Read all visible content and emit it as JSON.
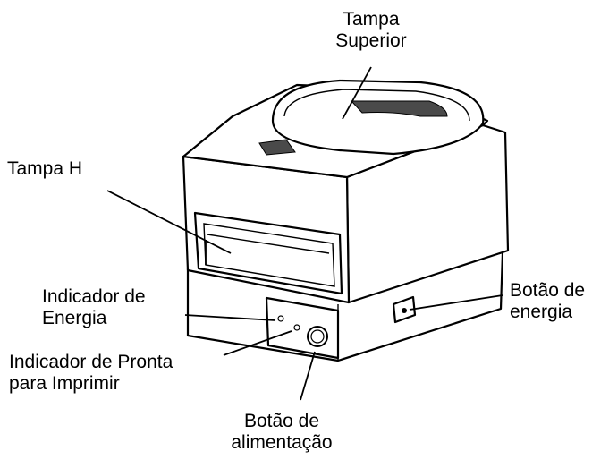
{
  "labels": {
    "tampa_superior": {
      "line1": "Tampa",
      "line2": "Superior"
    },
    "tampa_h": "Tampa H",
    "indicador_energia": {
      "line1": "Indicador de",
      "line2": "Energia"
    },
    "indicador_pronta": {
      "line1": "Indicador de Pronta",
      "line2": "para Imprimir"
    },
    "botao_energia": {
      "line1": "Botão de",
      "line2": "energia"
    },
    "botao_alimentacao": {
      "line1": "Botão de",
      "line2": "alimentação"
    }
  },
  "colors": {
    "stroke": "#000000",
    "window": "#4a4a4a",
    "background": "#ffffff"
  }
}
